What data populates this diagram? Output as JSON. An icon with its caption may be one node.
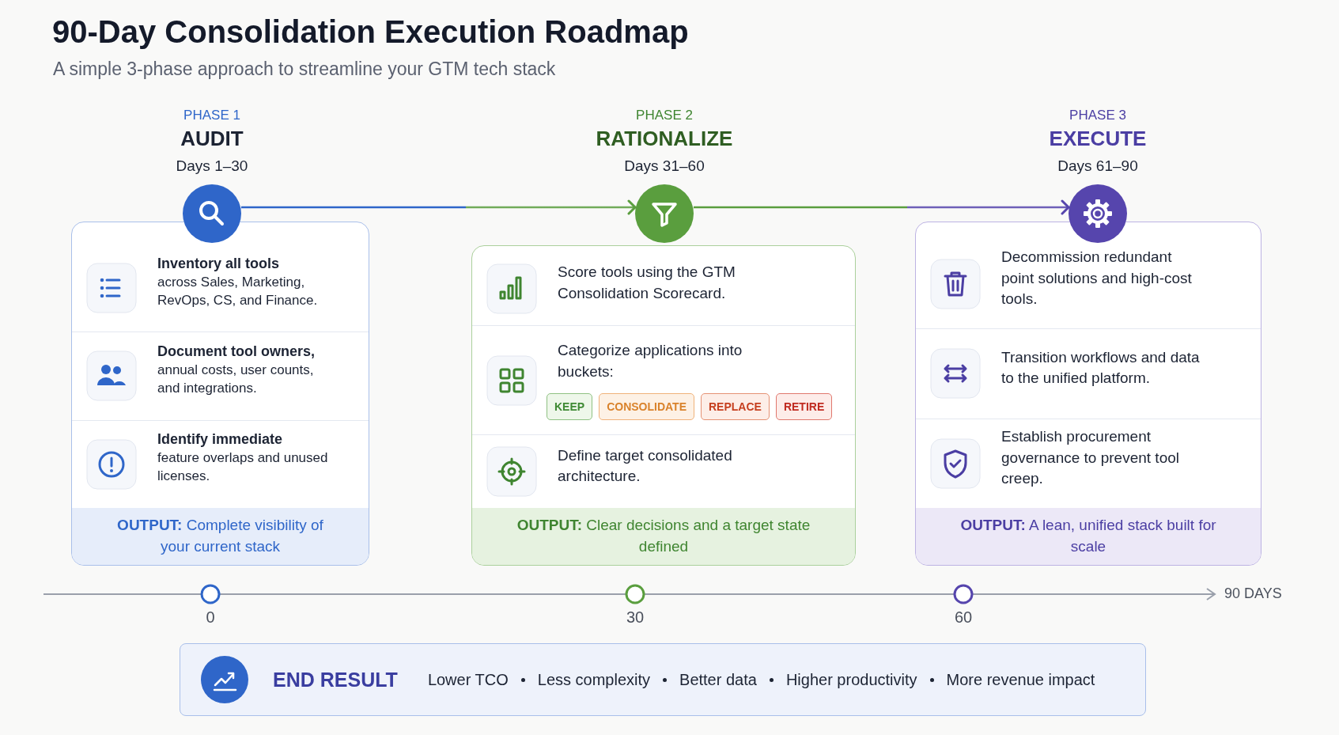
{
  "diagram": {
    "title": "90-Day Consolidation Execution Roadmap",
    "nodes": [
      {
        "text": [],
        "shape": "box"
      },
      {
        "text": [],
        "shape": "circle",
        "beside": [
          "PHASE 1",
          "AUDIT",
          "Days 1–30"
        ]
      },
      {
        "text": [
          "Inventory all tools",
          "across Sales, Marketing, RevOps, CS, and Finance."
        ],
        "in": 0
      },
      {
        "text": [
          "Document tool owners,",
          "annual costs, user counts, and integrations."
        ],
        "in": 0
      },
      {
        "text": [
          "Identify immediate",
          "feature overlaps and unused licenses."
        ],
        "in": 0
      },
      {
        "text": [
          "**OUTPUT:** Complete visibility of your current stack"
        ],
        "in": 0
      },
      {
        "text": [],
        "shape": "box"
      },
      {
        "text": [],
        "shape": "circle",
        "beside": [
          "PHASE 2",
          "RATIONALIZE",
          "Days 31–60"
        ]
      },
      {
        "text": [
          "Score tools using the GTM Consolidation Scorecard."
        ],
        "in": 6
      },
      {
        "text": [
          "Categorize applications into buckets:"
        ],
        "in": 6
      },
      {
        "text": [
          "KEEP"
        ],
        "in": 9
      },
      {
        "text": [
          "CONSOLIDATE"
        ],
        "in": 9
      },
      {
        "text": [
          "REPLACE"
        ],
        "in": 9
      },
      {
        "text": [
          "RETIRE"
        ],
        "in": 9
      },
      {
        "text": [
          "Define target consolidated architecture."
        ],
        "in": 6
      },
      {
        "text": [
          "**OUTPUT:** Clear decisions and a target state defined"
        ],
        "in": 6
      },
      {
        "text": [],
        "shape": "box"
      },
      {
        "text": [],
        "shape": "circle",
        "beside": [
          "PHASE 3",
          "EXECUTE",
          "Days 61–90"
        ]
      },
      {
        "text": [
          "Decommission redundant point solutions and high-cost tools."
        ],
        "in": 16
      },
      {
        "text": [
          "Transition workflows and data to the unified platform."
        ],
        "in": 16
      },
      {
        "text": [
          "Establish procurement governance to prevent tool creep."
        ],
        "in": 16
      },
      {
        "text": [
          "**OUTPUT:** A lean, unified stack built for scale"
        ],
        "in": 16
      },
      {
        "text": [],
        "shape": "circle",
        "beside": [
          "0"
        ]
      },
      {
        "text": [],
        "shape": "circle",
        "beside": [
          "30"
        ]
      },
      {
        "text": [],
        "shape": "circle",
        "beside": [
          "60"
        ]
      },
      {
        "text": [
          "END RESULT",
          "Lower TCO",
          "Less complexity",
          "Better data",
          "Higher productivity",
          "More revenue impact"
        ]
      }
    ],
    "edges": [
      {
        "from": 1,
        "to": 7,
        "arrow": "to",
        "color": "#2f66c9"
      },
      {
        "from": 7,
        "to": 17,
        "arrow": "to",
        "color": "#5a9e3e"
      }
    ],
    "labels": [
      "A simple 3-phase approach to streamline your GTM tech stack",
      "90 DAYS"
    ]
  }
}
